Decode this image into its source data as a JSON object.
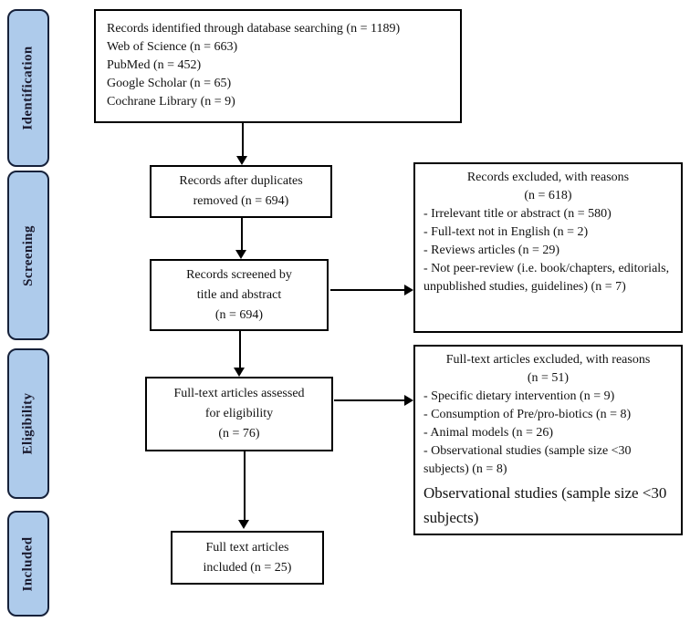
{
  "colors": {
    "stage_fill": "#aecbeb",
    "stage_border": "#16213a",
    "box_border": "#000000",
    "text": "#111111",
    "bg": "#ffffff"
  },
  "sidebar": {
    "stages": [
      {
        "label": "Identification"
      },
      {
        "label": "Screening"
      },
      {
        "label": "Eligibility"
      },
      {
        "label": "Included"
      }
    ]
  },
  "flow": {
    "records_identified": {
      "lines": [
        "Records identified through database searching (n = 1189)",
        "Web of Science (n = 663)",
        "PubMed (n = 452)",
        "Google Scholar (n = 65)",
        "Cochrane Library (n = 9)"
      ]
    },
    "duplicates_removed": {
      "lines": [
        "Records after duplicates",
        "removed (n = 694)"
      ]
    },
    "records_screened": {
      "lines": [
        "Records screened by",
        "title and abstract",
        "(n = 694)"
      ]
    },
    "fulltext_assessed": {
      "lines": [
        "Full-text articles assessed",
        "for eligibility",
        "(n = 76)"
      ]
    },
    "fulltext_included": {
      "lines": [
        "Full text articles",
        "included (n = 25)"
      ]
    }
  },
  "exclusions": {
    "records_excluded": {
      "title": "Records excluded, with reasons",
      "count": "(n = 618)",
      "reasons": [
        "- Irrelevant title or abstract (n = 580)",
        "- Full-text not in English (n = 2)",
        "- Reviews articles (n = 29)",
        "- Not peer-review (i.e. book/chapters, editorials, unpublished studies, guidelines) (n = 7)"
      ]
    },
    "fulltext_excluded": {
      "title": "Full-text articles excluded, with reasons",
      "count": "(n = 51)",
      "reasons": [
        "- Specific dietary intervention (n = 9)",
        "- Consumption of Pre/pro-biotics (n = 8)",
        "- Animal models (n = 26)",
        "- Observational studies (sample size <30 subjects) (n = 8)"
      ],
      "note": "Observational studies (sample size <30 subjects)"
    }
  }
}
